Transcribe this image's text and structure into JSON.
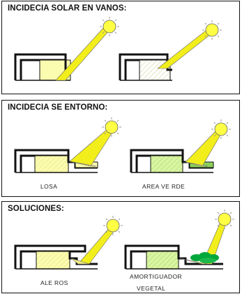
{
  "panels": [
    {
      "title": "INCIDECIA SOLAR EN VANOS:",
      "captions": []
    },
    {
      "title": "INCIDECIA SE ENTORNO:",
      "captions": [
        "LOSA",
        "AREA VE RDE"
      ]
    },
    {
      "title": "SOLUCIONES:",
      "captions": [
        "ALE ROS",
        "AMORTIGUADOR",
        "VEGETAL"
      ]
    }
  ],
  "colors": {
    "sun": "#ffff44",
    "ray": "#f2ee1c",
    "wall_yellow": "#fbfcb0",
    "wall_green": "#d8f5a0",
    "vegetation": "#00a83c",
    "outline": "#111111"
  }
}
